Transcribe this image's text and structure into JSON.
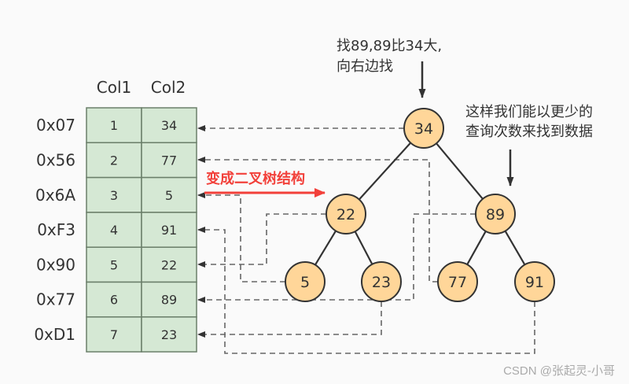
{
  "table": {
    "headers": [
      "Col1",
      "Col2"
    ],
    "rows": [
      {
        "address": "0x07",
        "col1": "1",
        "col2": "34"
      },
      {
        "address": "0x56",
        "col1": "2",
        "col2": "77"
      },
      {
        "address": "0x6A",
        "col1": "3",
        "col2": "5"
      },
      {
        "address": "0xF3",
        "col1": "4",
        "col2": "91"
      },
      {
        "address": "0x90",
        "col1": "5",
        "col2": "22"
      },
      {
        "address": "0x77",
        "col1": "6",
        "col2": "89"
      },
      {
        "address": "0xD1",
        "col1": "7",
        "col2": "23"
      }
    ]
  },
  "tree": {
    "nodes": [
      {
        "id": "n34",
        "value": "34",
        "row": 1
      },
      {
        "id": "n22",
        "value": "22",
        "row": 5
      },
      {
        "id": "n89",
        "value": "89",
        "row": 6
      },
      {
        "id": "n5",
        "value": "5",
        "row": 3
      },
      {
        "id": "n23",
        "value": "23",
        "row": 7
      },
      {
        "id": "n77",
        "value": "77",
        "row": 2
      },
      {
        "id": "n91",
        "value": "91",
        "row": 4
      }
    ],
    "edges": [
      [
        "n34",
        "n22"
      ],
      [
        "n34",
        "n89"
      ],
      [
        "n22",
        "n5"
      ],
      [
        "n22",
        "n23"
      ],
      [
        "n89",
        "n77"
      ],
      [
        "n89",
        "n91"
      ]
    ]
  },
  "annotations": {
    "transform_label": "变成二叉树结构",
    "search_note_line1": "找89,89比34大,",
    "search_note_line2": "向右边找",
    "benefit_note_line1": "这样我们能以更少的",
    "benefit_note_line2": "查询次数来找到数据"
  },
  "watermark": "CSDN @张起灵-小哥",
  "colors": {
    "table_fill": "#d5e8d4",
    "table_stroke": "#6b7f6a",
    "node_fill": "#ffd699",
    "node_stroke": "#333333",
    "accent_red": "#f2403a",
    "connector": "#666666"
  }
}
